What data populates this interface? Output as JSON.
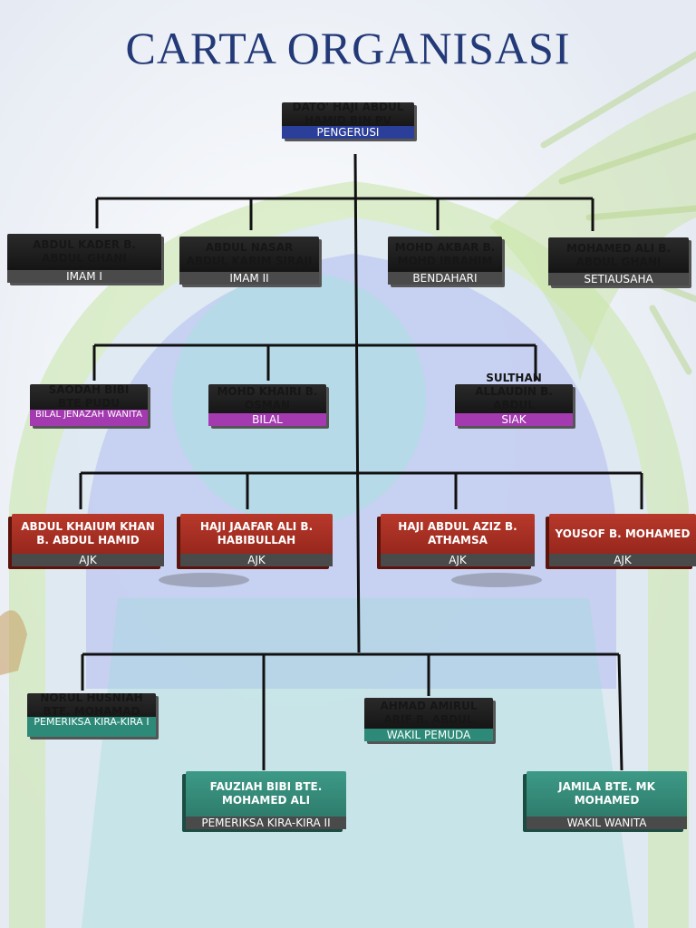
{
  "title": "CARTA ORGANISASI",
  "nodes": [
    {
      "id": "pengerusi",
      "name": "DATO' HAJI ABDUL HAMID BIN PV",
      "role": "PENGERUSI"
    },
    {
      "id": "imam1",
      "name": "ABDUL KADER B. ABDUL GHANI",
      "role": "IMAM I"
    },
    {
      "id": "imam2",
      "name": "ABDUL NASAR ABDUL KARIM SIRAJI",
      "role": "IMAM II"
    },
    {
      "id": "bendahari",
      "name": "MOHD AKBAR B. MOHD IBRAHIM",
      "role": "BENDAHARI"
    },
    {
      "id": "setiausaha",
      "name": "MOHAMED ALI B. ABDUL GHANI",
      "role": "SETIAUSAHA"
    },
    {
      "id": "bilal-jenazah",
      "name": "SAODAH BIBI BTE PUDU",
      "role": "BILAL JENAZAH WANITA"
    },
    {
      "id": "bilal",
      "name": "MOHD KHAIRI B. OSMAN",
      "role": "BILAL"
    },
    {
      "id": "siak",
      "name": "SULTHAN ALLAUDIN B. ABDUL GHAFFOOR",
      "role": "SIAK"
    },
    {
      "id": "ajk1",
      "name": "ABDUL KHAIUM KHAN B. ABDUL HAMID",
      "role": "AJK"
    },
    {
      "id": "ajk2",
      "name": "HAJI JAAFAR ALI B. HABIBULLAH",
      "role": "AJK"
    },
    {
      "id": "ajk3",
      "name": "HAJI ABDUL AZIZ B. ATHAMSA",
      "role": "AJK"
    },
    {
      "id": "ajk4",
      "name": "YOUSOF B. MOHAMED",
      "role": "AJK"
    },
    {
      "id": "pemeriksa1",
      "name": "NORUL HUSNIAH BTE. MOHAMAD",
      "role": "PEMERIKSA KIRA-KIRA I"
    },
    {
      "id": "wakil-pemuda",
      "name": "AHMAD AMIRUL ARIF B. ABDUL",
      "role": "WAKIL PEMUDA"
    },
    {
      "id": "pemeriksa2",
      "name": "FAUZIAH BIBI BTE. MOHAMED ALI",
      "role": "PEMERIKSA KIRA-KIRA II"
    },
    {
      "id": "wakil-wanita",
      "name": "JAMILA BTE. MK MOHAMED",
      "role": "WAKIL WANITA"
    }
  ]
}
